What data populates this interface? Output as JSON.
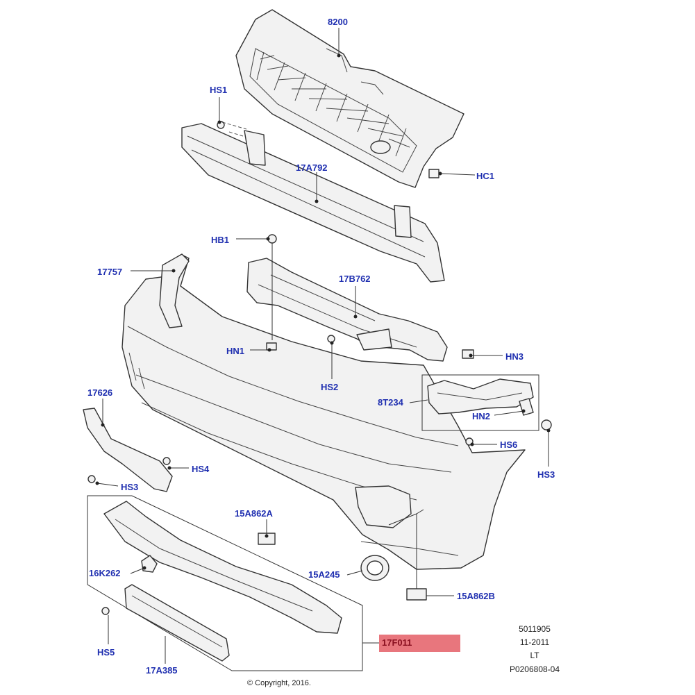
{
  "parts": {
    "p8200": "8200",
    "hs1": "HS1",
    "a792": "17A792",
    "hc1": "HC1",
    "hb1": "HB1",
    "p17757": "17757",
    "b762": "17B762",
    "hn1": "HN1",
    "hs2": "HS2",
    "hn3": "HN3",
    "p17626": "17626",
    "t234": "8T234",
    "hn2": "HN2",
    "hs6": "HS6",
    "hs4": "HS4",
    "hs3_left": "HS3",
    "hs3_right": "HS3",
    "a862a": "15A862A",
    "k262": "16K262",
    "a245": "15A245",
    "a862b": "15A862B",
    "hs5": "HS5",
    "a385": "17A385",
    "f011": "17F011"
  },
  "meta": {
    "ref1": "5011905",
    "ref2": "11-2011",
    "ref3": "LT",
    "ref4": "P0206808-04",
    "copyright": "© Copyright, 2016."
  },
  "colors": {
    "label": "#1f2fb0",
    "highlight_bg": "#e8767d",
    "highlight_text": "#8a1020"
  },
  "highlighted_part": "17F011"
}
